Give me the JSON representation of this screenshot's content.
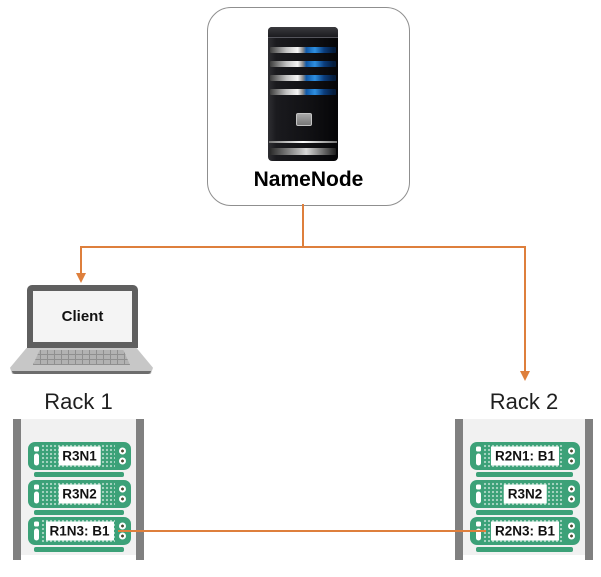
{
  "colors": {
    "orange": "#DE7F3C",
    "green": "#3CA178",
    "rack-bg": "#F1F1F1",
    "rail": "#808080"
  },
  "namenode": {
    "label": "NameNode",
    "icon": "server-tower-icon"
  },
  "client": {
    "label": "Client",
    "icon": "laptop-icon"
  },
  "racks": [
    {
      "title": "Rack 1",
      "servers": [
        {
          "label": "R3N1"
        },
        {
          "label": "R3N2"
        },
        {
          "label": "R1N3: B1"
        }
      ]
    },
    {
      "title": "Rack 2",
      "servers": [
        {
          "label": "R2N1: B1"
        },
        {
          "label": "R3N2"
        },
        {
          "label": "R2N3: B1"
        }
      ]
    }
  ],
  "connections": [
    {
      "from": "NameNode",
      "to": "Client",
      "style": "arrow"
    },
    {
      "from": "NameNode",
      "to": "Rack 2",
      "style": "arrow"
    },
    {
      "from": "R1N3: B1",
      "to": "R2N3: B1",
      "style": "line"
    }
  ]
}
